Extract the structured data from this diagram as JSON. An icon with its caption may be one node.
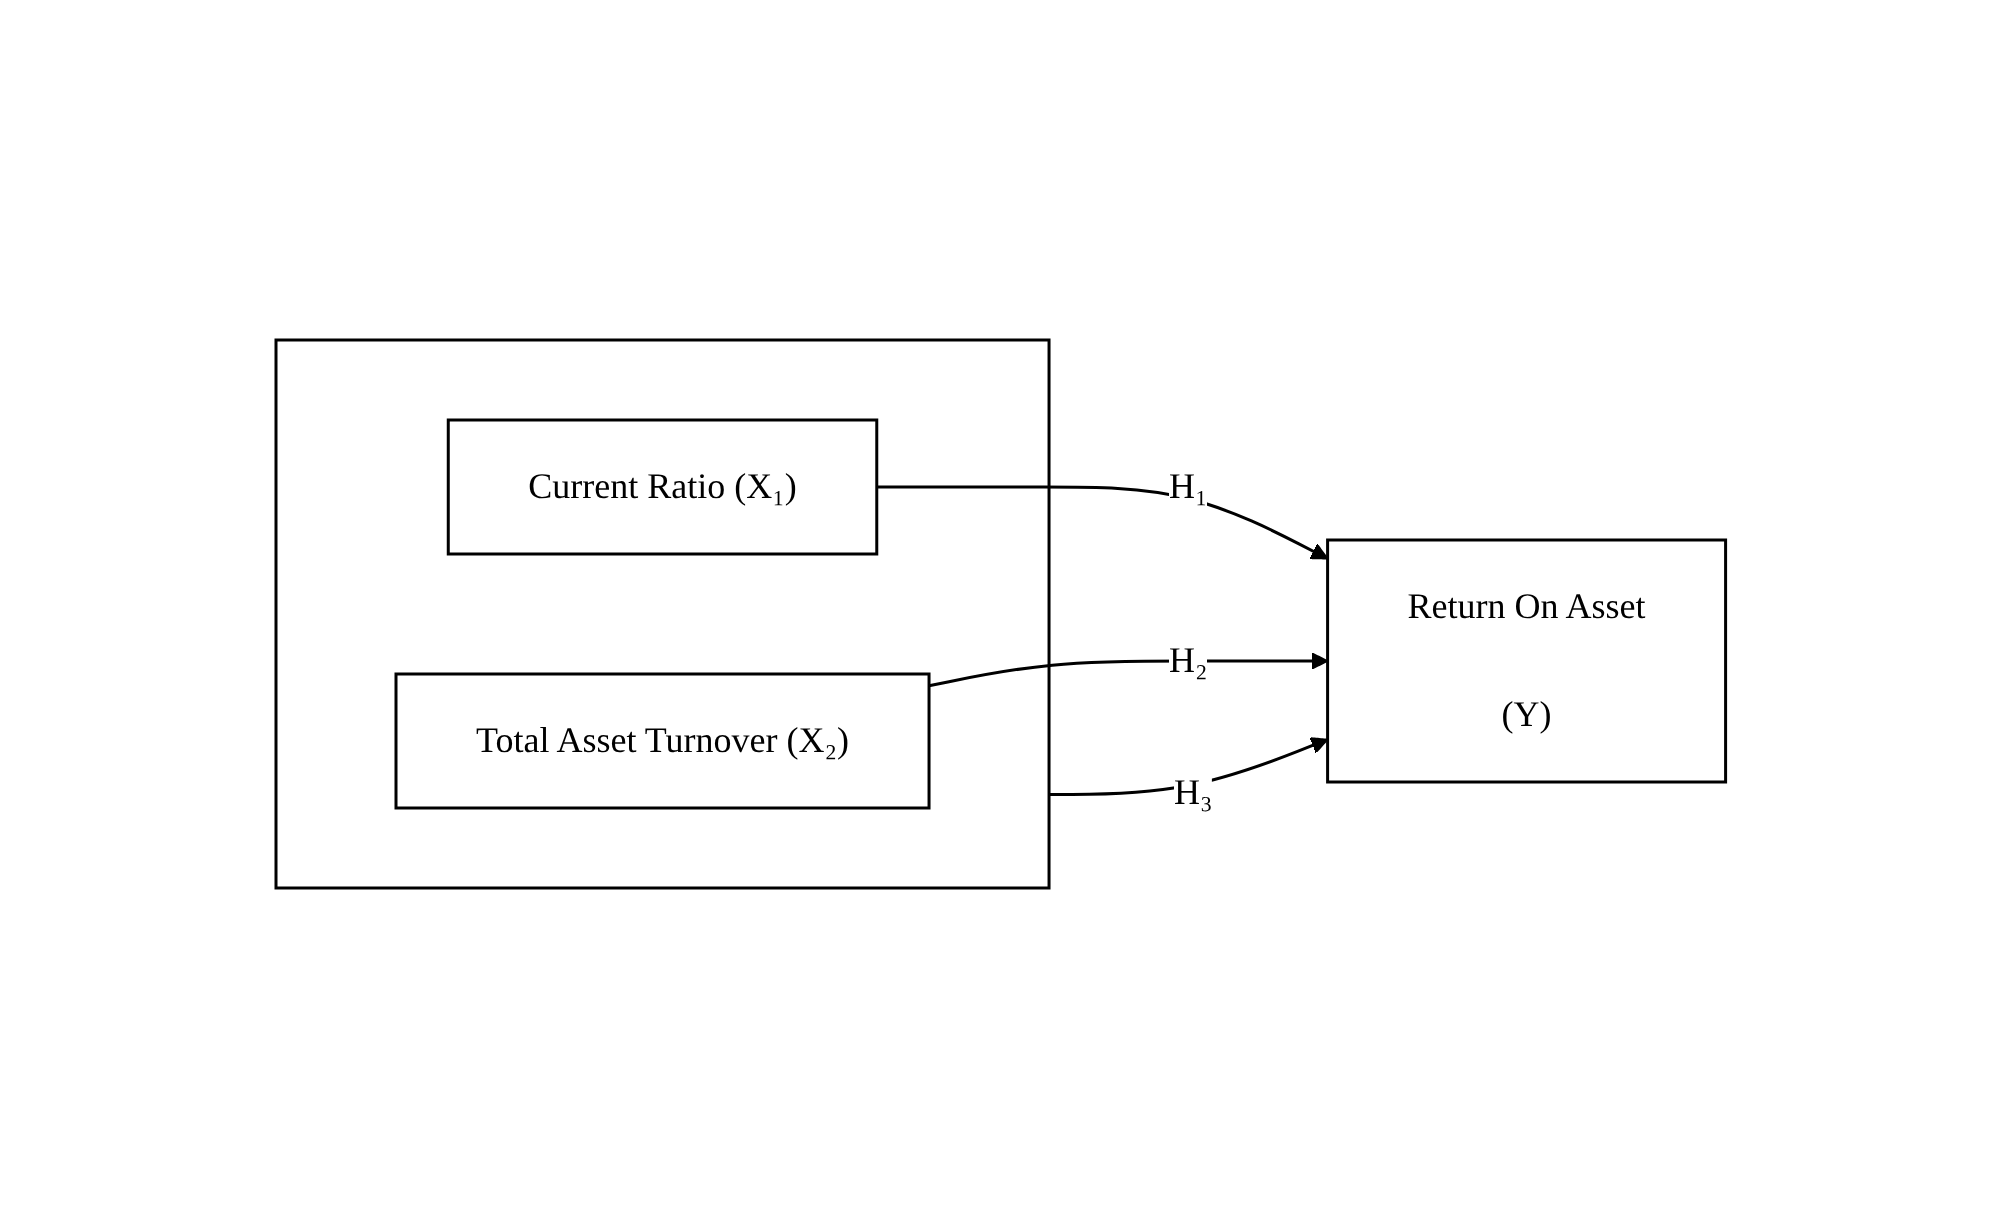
{
  "diagram": {
    "nodes": [
      {
        "text": [],
        "shape": "box"
      },
      {
        "text": [
          "Current Ratio (X₁)"
        ],
        "in": 0
      },
      {
        "text": [
          "Total Asset Turnover (X₂)"
        ],
        "in": 0
      },
      {
        "text": [
          "Return On Asset",
          "(Y)"
        ]
      }
    ],
    "edges": [
      {
        "from": 1,
        "to": 3,
        "arrow": "to",
        "label": "H₁"
      },
      {
        "from": 2,
        "to": 3,
        "arrow": "to",
        "label": "H₂"
      },
      {
        "from": 0,
        "to": 3,
        "arrow": "to",
        "label": "H₃"
      }
    ]
  }
}
